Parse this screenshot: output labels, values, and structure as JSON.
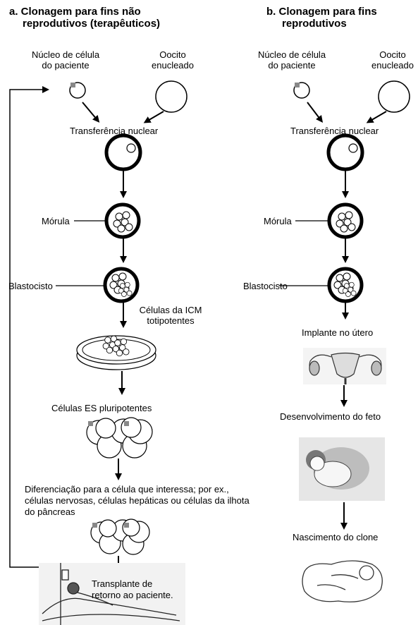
{
  "panel_a": {
    "title_line1": "a.  Clonagem para fins não",
    "title_line2": "reprodutivos (terapêuticos)",
    "nucleus_label_1": "Núcleo de célula",
    "nucleus_label_2": "do paciente",
    "oocyte_label_1": "Oocito",
    "oocyte_label_2": "enucleado",
    "transfer": "Transferência nuclear",
    "morula": "Mórula",
    "blastocyst": "Blastocisto",
    "icm_1": "Células da ICM",
    "icm_2": "totipotentes",
    "es_cells": "Células ES pluripotentes",
    "diff_1": "Diferenciação para a célula que interessa; por ex.,",
    "diff_2": "células nervosas, células hepáticas ou células da ilhota",
    "diff_3": "do pâncreas",
    "transplant_1": "Transplante de",
    "transplant_2": "retorno ao paciente."
  },
  "panel_b": {
    "title_line1": "b. Clonagem para fins",
    "title_line2": "reprodutivos",
    "nucleus_label_1": "Núcleo de célula",
    "nucleus_label_2": "do paciente",
    "oocyte_label_1": "Oocito",
    "oocyte_label_2": "enucleado",
    "transfer": "Transferência nuclear",
    "morula": "Mórula",
    "blastocyst": "Blastocisto",
    "implant": "Implante no útero",
    "fetus_dev": "Desenvolvimento do feto",
    "birth": "Nascimento do clone"
  }
}
